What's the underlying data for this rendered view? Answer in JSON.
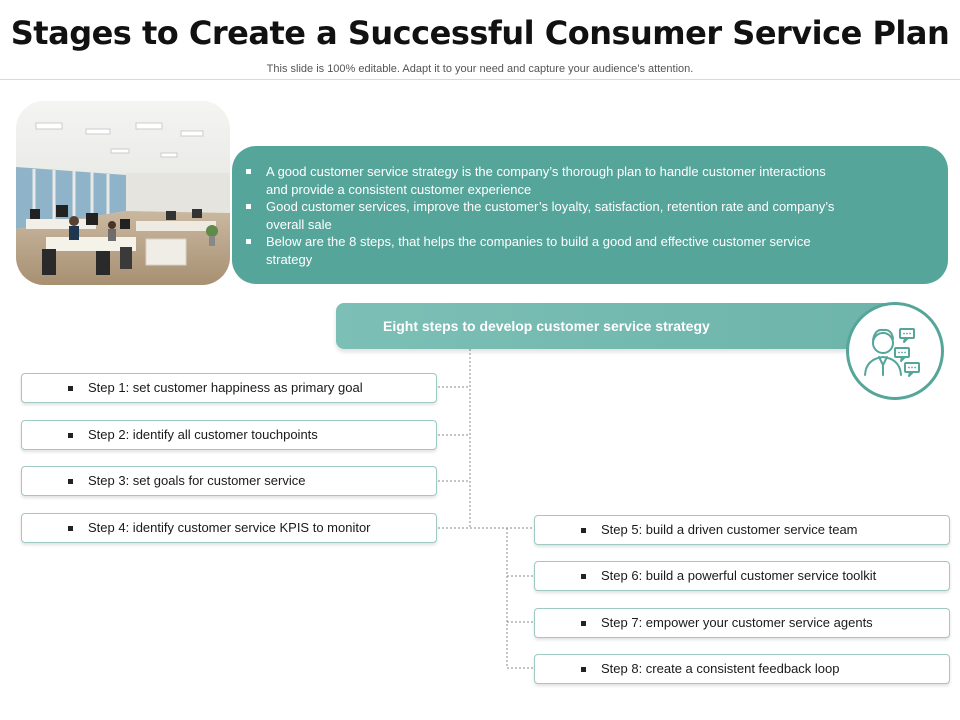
{
  "header": {
    "title": "Stages to Create a Successful Consumer Service Plan",
    "subtitle": "This slide is 100% editable. Adapt it to your need and capture your audience’s attention."
  },
  "photo": {
    "subject": "open-plan office interior with desks and people working"
  },
  "intro": {
    "bullets": [
      "A good customer service strategy is the company’s thorough plan to handle customer interactions and provide a consistent customer experience",
      "Good customer services, improve the customer’s loyalty, satisfaction, retention rate and company’s overall sale",
      "Below are the 8 steps, that helps the companies to build a good and effective customer service strategy"
    ]
  },
  "banner": {
    "title": "Eight steps to develop customer service strategy",
    "icon": "customer-support-agent-icon"
  },
  "steps": [
    "Step 1: set customer happiness as primary goal",
    "Step 2: identify all customer touchpoints",
    "Step 3: set goals for customer service",
    "Step 4: identify customer service KPIS to monitor",
    "Step 5: build a driven customer service team",
    "Step 6: build a powerful customer service toolkit",
    "Step 7: empower your customer service agents",
    "Step 8: create a consistent feedback loop"
  ],
  "colors": {
    "accent": "#56a59b",
    "accent_light": "#7cbfb6",
    "step_border": "#9fc9c3"
  }
}
